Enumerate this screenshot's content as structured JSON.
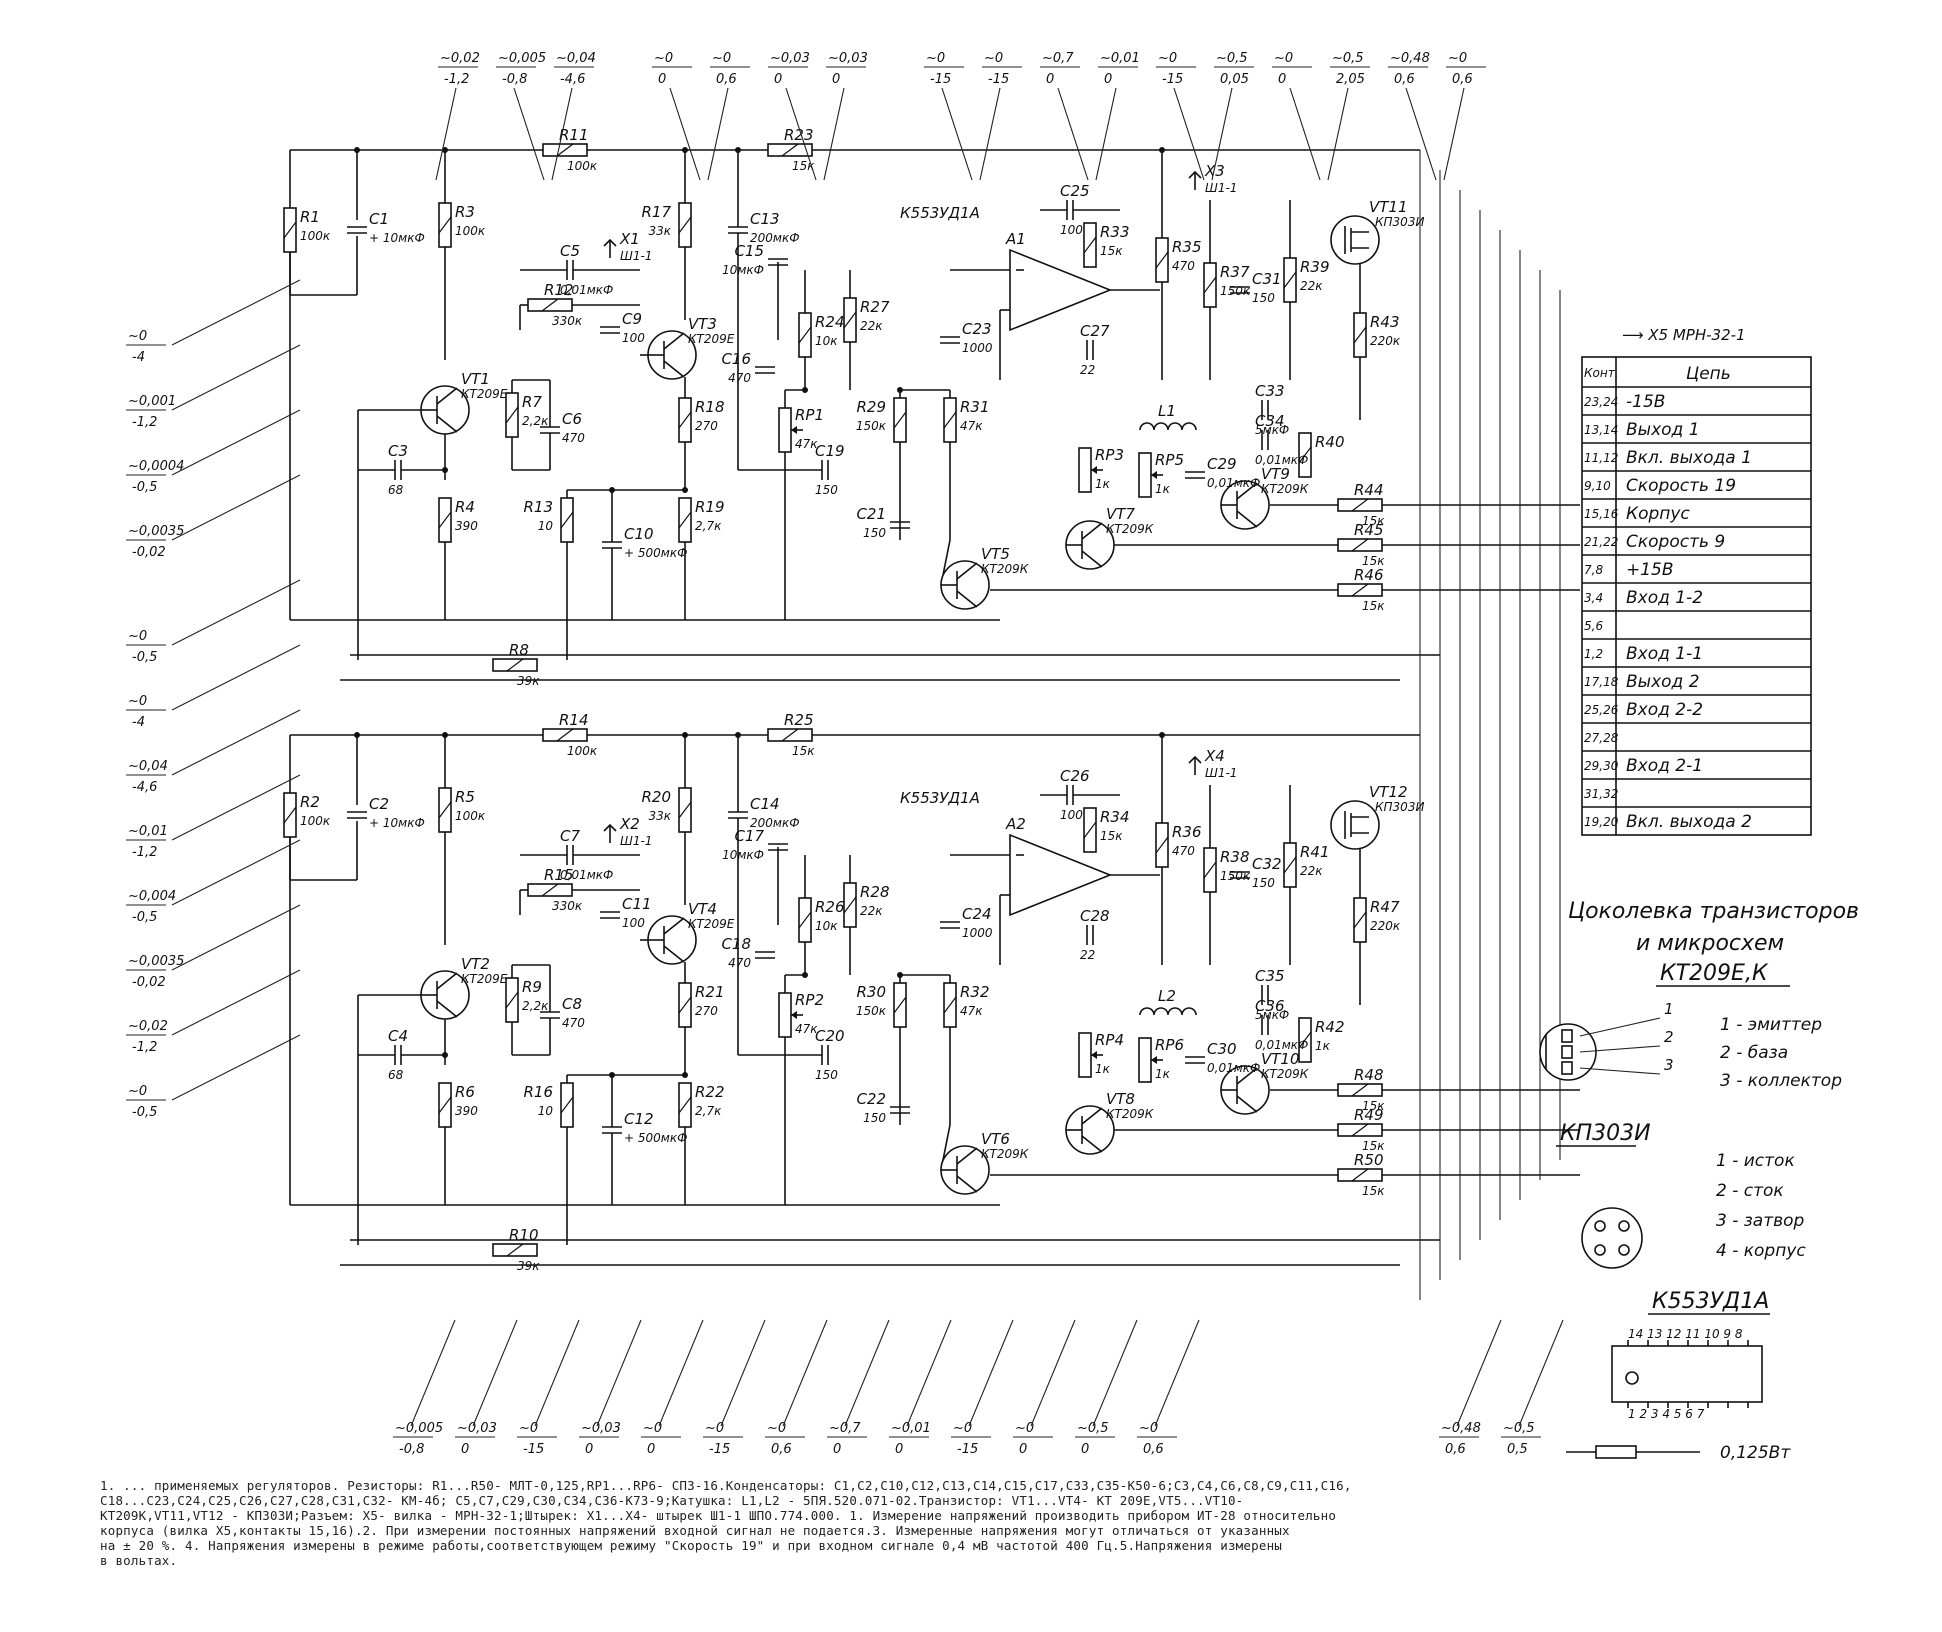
{
  "schematic": {
    "channel_1": {
      "resistors": [
        {
          "ref": "R1",
          "value": "100к"
        },
        {
          "ref": "R3",
          "value": "100к"
        },
        {
          "ref": "R4",
          "value": "390"
        },
        {
          "ref": "R7",
          "value": "2,2к"
        },
        {
          "ref": "R8",
          "value": "39к"
        },
        {
          "ref": "R11",
          "value": "100к"
        },
        {
          "ref": "R12",
          "value": "330к"
        },
        {
          "ref": "R13",
          "value": "10"
        },
        {
          "ref": "R17",
          "value": "33к"
        },
        {
          "ref": "R18",
          "value": "270"
        },
        {
          "ref": "R19",
          "value": "2,7к"
        },
        {
          "ref": "R23",
          "value": "15к"
        },
        {
          "ref": "R24",
          "value": "10к"
        },
        {
          "ref": "R27",
          "value": "22к"
        },
        {
          "ref": "R29",
          "value": "150к"
        },
        {
          "ref": "R31",
          "value": "47к"
        },
        {
          "ref": "R33",
          "value": "15к"
        },
        {
          "ref": "R35",
          "value": "470"
        },
        {
          "ref": "R37",
          "value": "150к"
        },
        {
          "ref": "R39",
          "value": "22к"
        },
        {
          "ref": "R40",
          "value": ""
        },
        {
          "ref": "R43",
          "value": "220к"
        },
        {
          "ref": "R44",
          "value": "15к"
        },
        {
          "ref": "R45",
          "value": "15к"
        },
        {
          "ref": "R46",
          "value": "15к"
        }
      ],
      "capacitors": [
        {
          "ref": "C1",
          "value": "10мкФ"
        },
        {
          "ref": "C3",
          "value": "68"
        },
        {
          "ref": "C5",
          "value": "0,01мкФ"
        },
        {
          "ref": "C6",
          "value": "470"
        },
        {
          "ref": "C9",
          "value": "100"
        },
        {
          "ref": "C10",
          "value": "500мкФ"
        },
        {
          "ref": "C13",
          "value": "200мкФ"
        },
        {
          "ref": "C15",
          "value": "10мкФ"
        },
        {
          "ref": "C16",
          "value": "470"
        },
        {
          "ref": "C19",
          "value": "150"
        },
        {
          "ref": "C21",
          "value": "150"
        },
        {
          "ref": "C23",
          "value": "1000"
        },
        {
          "ref": "C25",
          "value": "100"
        },
        {
          "ref": "C27",
          "value": "22"
        },
        {
          "ref": "C29",
          "value": "0,01мкФ"
        },
        {
          "ref": "C31",
          "value": "150"
        },
        {
          "ref": "C33",
          "value": "5мкФ"
        },
        {
          "ref": "C34",
          "value": "0,01мкФ"
        }
      ],
      "transistors": [
        {
          "ref": "VT1",
          "type": "КТ209Е"
        },
        {
          "ref": "VT3",
          "type": "КТ209Е"
        },
        {
          "ref": "VT5",
          "type": "КТ209К"
        },
        {
          "ref": "VT7",
          "type": "КТ209К"
        },
        {
          "ref": "VT9",
          "type": "КТ209К"
        },
        {
          "ref": "VT11",
          "type": "КП303И"
        }
      ],
      "ic": {
        "ref": "A1",
        "type": "К553УД1А"
      },
      "pots": [
        {
          "ref": "RP1",
          "value": "47к"
        },
        {
          "ref": "RP3",
          "value": "1к"
        },
        {
          "ref": "RP5",
          "value": "1к"
        }
      ],
      "coil": "L1",
      "jacks": [
        {
          "ref": "X1",
          "label": "Ш1-1"
        },
        {
          "ref": "X3",
          "label": "Ш1-1"
        }
      ]
    },
    "channel_2": {
      "resistors": [
        {
          "ref": "R2",
          "value": "100к"
        },
        {
          "ref": "R5",
          "value": "100к"
        },
        {
          "ref": "R6",
          "value": "390"
        },
        {
          "ref": "R9",
          "value": "2,2к"
        },
        {
          "ref": "R10",
          "value": "39к"
        },
        {
          "ref": "R14",
          "value": "100к"
        },
        {
          "ref": "R15",
          "value": "330к"
        },
        {
          "ref": "R16",
          "value": "10"
        },
        {
          "ref": "R20",
          "value": "33к"
        },
        {
          "ref": "R21",
          "value": "270"
        },
        {
          "ref": "R22",
          "value": "2,7к"
        },
        {
          "ref": "R25",
          "value": "15к"
        },
        {
          "ref": "R26",
          "value": "10к"
        },
        {
          "ref": "R28",
          "value": "22к"
        },
        {
          "ref": "R30",
          "value": "150к"
        },
        {
          "ref": "R32",
          "value": "47к"
        },
        {
          "ref": "R34",
          "value": "15к"
        },
        {
          "ref": "R36",
          "value": "470"
        },
        {
          "ref": "R38",
          "value": "150к"
        },
        {
          "ref": "R41",
          "value": "22к"
        },
        {
          "ref": "R42",
          "value": "1к"
        },
        {
          "ref": "R47",
          "value": "220к"
        },
        {
          "ref": "R48",
          "value": "15к"
        },
        {
          "ref": "R49",
          "value": "15к"
        },
        {
          "ref": "R50",
          "value": "15к"
        }
      ],
      "capacitors": [
        {
          "ref": "C2",
          "value": "10мкФ"
        },
        {
          "ref": "C4",
          "value": "68"
        },
        {
          "ref": "C7",
          "value": "0,01мкФ"
        },
        {
          "ref": "C8",
          "value": "470"
        },
        {
          "ref": "C11",
          "value": "100"
        },
        {
          "ref": "C12",
          "value": "500мкФ"
        },
        {
          "ref": "C14",
          "value": "200мкФ"
        },
        {
          "ref": "C17",
          "value": "10мкФ"
        },
        {
          "ref": "C18",
          "value": "470"
        },
        {
          "ref": "C20",
          "value": "150"
        },
        {
          "ref": "C22",
          "value": "150"
        },
        {
          "ref": "C24",
          "value": "1000"
        },
        {
          "ref": "C26",
          "value": "100"
        },
        {
          "ref": "C28",
          "value": "22"
        },
        {
          "ref": "C30",
          "value": "0,01мкФ"
        },
        {
          "ref": "C32",
          "value": "150"
        },
        {
          "ref": "C35",
          "value": "5мкФ"
        },
        {
          "ref": "C36",
          "value": "0,01мкФ"
        }
      ],
      "transistors": [
        {
          "ref": "VT2",
          "type": "КТ209Е"
        },
        {
          "ref": "VT4",
          "type": "КТ209Е"
        },
        {
          "ref": "VT6",
          "type": "КТ209К"
        },
        {
          "ref": "VT8",
          "type": "КТ209К"
        },
        {
          "ref": "VT10",
          "type": "КТ209К"
        },
        {
          "ref": "VT12",
          "type": "КП303И"
        }
      ],
      "ic": {
        "ref": "A2",
        "type": "К553УД1А"
      },
      "pots": [
        {
          "ref": "RP2",
          "value": "47к"
        },
        {
          "ref": "RP4",
          "value": "1к"
        },
        {
          "ref": "RP6",
          "value": "1к"
        }
      ],
      "coil": "L2",
      "jacks": [
        {
          "ref": "X2",
          "label": "Ш1-1"
        },
        {
          "ref": "X4",
          "label": "Ш1-1"
        }
      ]
    },
    "connector": {
      "ref": "X5",
      "type": "МРН-32-1",
      "col_contact": "Конт.",
      "col_circuit": "Цепь",
      "rows": [
        {
          "pins": "23,24",
          "circuit": "-15В"
        },
        {
          "pins": "13,14",
          "circuit": "Выход 1"
        },
        {
          "pins": "11,12",
          "circuit": "Вкл. выхода 1"
        },
        {
          "pins": "9,10",
          "circuit": "Скорость 19"
        },
        {
          "pins": "15,16",
          "circuit": "Корпус"
        },
        {
          "pins": "21,22",
          "circuit": "Скорость 9"
        },
        {
          "pins": "7,8",
          "circuit": "+15В"
        },
        {
          "pins": "3,4",
          "circuit": "Вход 1-2"
        },
        {
          "pins": "5,6",
          "circuit": ""
        },
        {
          "pins": "1,2",
          "circuit": "Вход 1-1"
        },
        {
          "pins": "17,18",
          "circuit": "Выход 2"
        },
        {
          "pins": "25,26",
          "circuit": "Вход 2-2"
        },
        {
          "pins": "27,28",
          "circuit": ""
        },
        {
          "pins": "29,30",
          "circuit": "Вход 2-1"
        },
        {
          "pins": "31,32",
          "circuit": ""
        },
        {
          "pins": "19,20",
          "circuit": "Вкл. выхода 2"
        }
      ]
    },
    "pinout": {
      "title_1": "Цоколевка транзисторов",
      "title_2": "и микросхем",
      "kt209": {
        "type": "КТ209Е,К",
        "pins": [
          "1 - эмиттер",
          "2 - база",
          "3 - коллектор"
        ]
      },
      "kp303": {
        "type": "КП303И",
        "pins": [
          "1 - исток",
          "2 - сток",
          "3 - затвор",
          "4 - корпус"
        ]
      },
      "k553": {
        "type": "К553УД1А",
        "top_pins": "14 13 12 11 10 9 8",
        "bottom_pins": "1 2 3 4 5 6 7"
      },
      "resistor_power": "0,125Вт"
    },
    "voltages": {
      "top": [
        [
          "~0,02",
          "-1,2"
        ],
        [
          "~0,005",
          "-0,8"
        ],
        [
          "~0,04",
          "-4,6"
        ],
        [
          "~0",
          "0"
        ],
        [
          "~0",
          "0,6"
        ],
        [
          "~0,03",
          "0"
        ],
        [
          "~0,03",
          "0"
        ],
        [
          "~0",
          "-15"
        ],
        [
          "~0",
          "-15"
        ],
        [
          "~0,7",
          "0"
        ],
        [
          "~0,01",
          "0"
        ],
        [
          "~0",
          "-15"
        ],
        [
          "~0,5",
          "0,05"
        ],
        [
          "~0",
          "0"
        ],
        [
          "~0,5",
          "2,05"
        ],
        [
          "~0,48",
          "0,6"
        ],
        [
          "~0",
          "0,6"
        ]
      ],
      "left": [
        [
          "~0",
          "-4"
        ],
        [
          "~0,001",
          "-1,2"
        ],
        [
          "~0,0004",
          "-0,5"
        ],
        [
          "~0,0035",
          "-0,02"
        ],
        [
          "~0",
          "-0,5"
        ],
        [
          "~0",
          "-4"
        ],
        [
          "~0,04",
          "-4,6"
        ],
        [
          "~0,01",
          "-1,2"
        ],
        [
          "~0,004",
          "-0,5"
        ],
        [
          "~0,0035",
          "-0,02"
        ],
        [
          "~0,02",
          "-1,2"
        ],
        [
          "~0",
          "-0,5"
        ]
      ],
      "bottom": [
        [
          "~0,005",
          "-0,8"
        ],
        [
          "~0,03",
          "0"
        ],
        [
          "~0",
          "-15"
        ],
        [
          "~0,03",
          "0"
        ],
        [
          "~0",
          "0"
        ],
        [
          "~0",
          "-15"
        ],
        [
          "~0",
          "0,6"
        ],
        [
          "~0,7",
          "0"
        ],
        [
          "~0,01",
          "0"
        ],
        [
          "~0",
          "-15"
        ],
        [
          "~0",
          "0"
        ],
        [
          "~0,5",
          "0"
        ],
        [
          "~0",
          "0,6"
        ],
        [
          "~0,48",
          "0,6"
        ],
        [
          "~0,5",
          "0,5"
        ]
      ]
    }
  },
  "notes": [
    "1. ... применяемых регуляторов. Резисторы: R1...R50- МЛТ-0,125,RP1...RP6- СП3-16.Конденсаторы: С1,С2,С10,С12,С13,С14,С15,С17,С33,С35-К50-6;С3,С4,С6,С8,С9,С11,С16,",
    "С18...С23,С24,С25,С26,С27,С28,С31,С32- КМ-4б; С5,С7,С29,С30,С34,С36-К73-9;Катушка: L1,L2 - 5ПЯ.520.071-02.Транзистор: VT1...VT4- КТ 209Е,VT5...VT10-",
    "КТ209К,VT11,VT12 - КП303И;Разъем: X5- вилка - МРН-32-1;Штырек: X1...X4- штырек Ш1-1 ШПО.774.000. 1. Измерение напряжений производить прибором ИТ-28 относительно",
    "корпуса (вилка X5,контакты 15,16).2. При измерении постоянных напряжений входной сигнал не подается.3. Измеренные напряжения могут отличаться от указанных",
    "на ± 20 %. 4. Напряжения измерены в режиме работы,соответствующем режиму \"Скорость 19\" и при входном сигнале 0,4 мВ частотой 400 Гц.5.Напряжения измерены",
    "в вольтах."
  ]
}
